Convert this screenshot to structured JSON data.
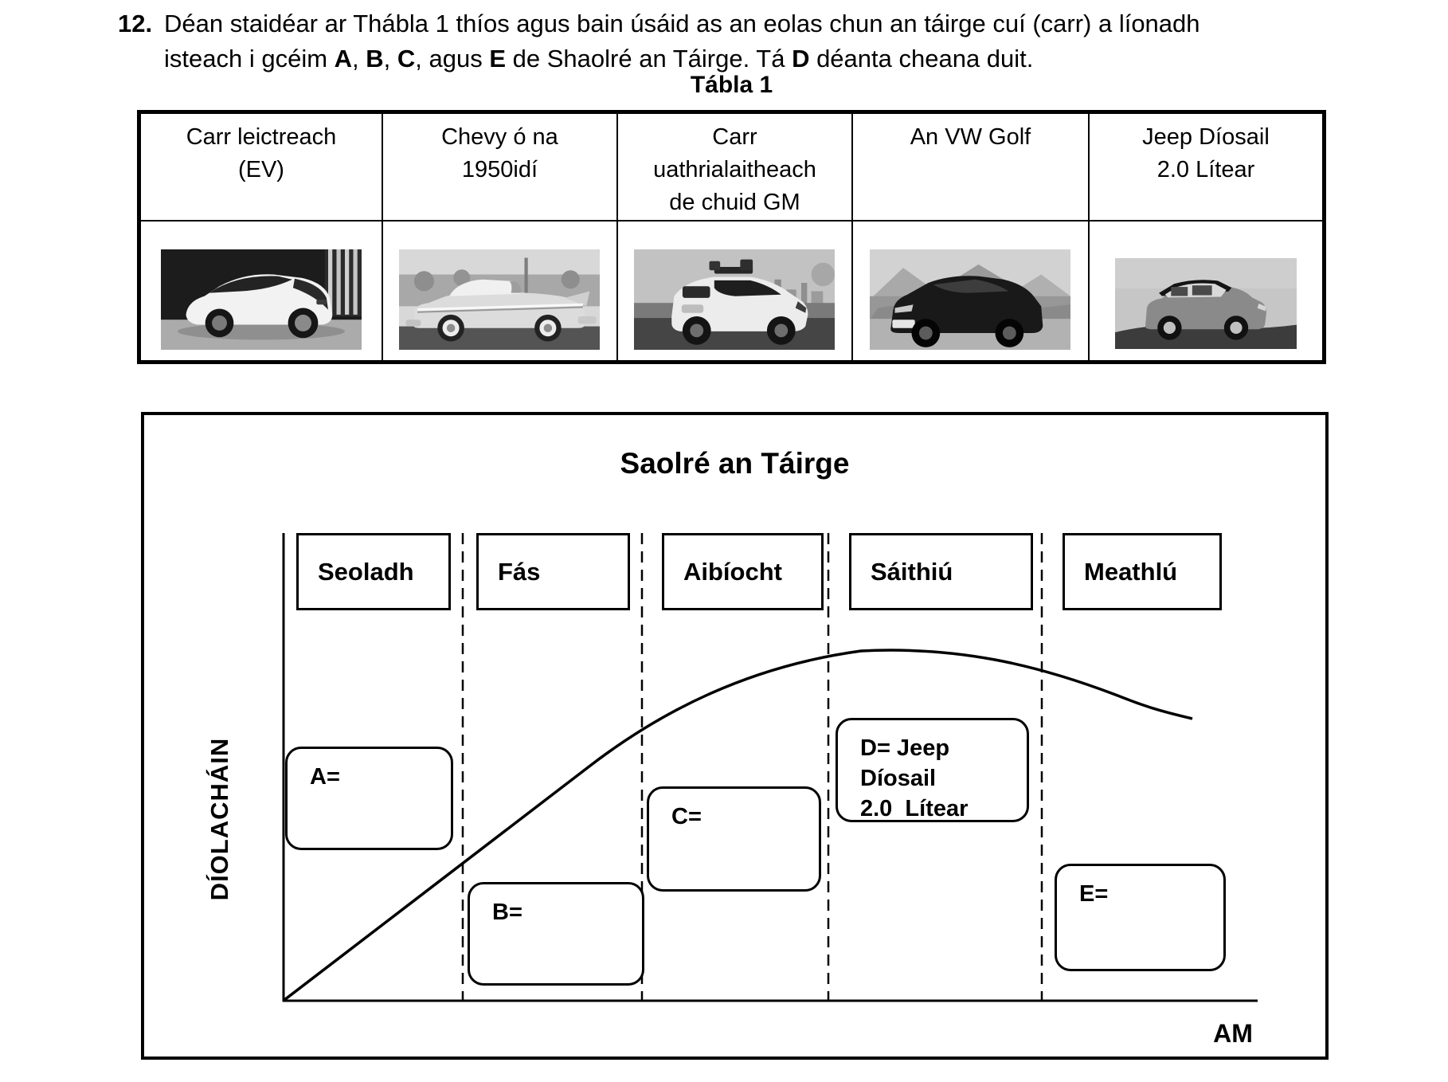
{
  "question": {
    "number": "12.",
    "line1": "Déan staidéar ar Thábla 1 thíos agus bain úsáid as an eolas chun an táirge cuí (carr) a líonadh",
    "line2": {
      "t1": "isteach i gcéim ",
      "b1": "A",
      "c1": ", ",
      "b2": "B",
      "c2": ", ",
      "b3": "C",
      "c3": ", agus ",
      "b4": "E",
      "t2": " de Shaolré an Táirge. Tá ",
      "b5": "D",
      "t3": " déanta cheana duit."
    }
  },
  "table": {
    "title": "Tábla 1",
    "columns": [
      {
        "header_lines": [
          "Carr leictreach",
          "(EV)"
        ],
        "image": "electric-car-photo"
      },
      {
        "header_lines": [
          "Chevy ó na",
          "1950idí"
        ],
        "image": "chevy-1950s-photo"
      },
      {
        "header_lines": [
          "Carr",
          "uathrialaitheach",
          "de chuid GM"
        ],
        "image": "gm-autonomous-car-photo"
      },
      {
        "header_lines": [
          "An VW Golf"
        ],
        "image": "vw-golf-photo"
      },
      {
        "header_lines": [
          "Jeep Díosail",
          "2.0 Lítear"
        ],
        "image": "jeep-diesel-photo"
      }
    ]
  },
  "diagram": {
    "title": "Saolré an Táirge",
    "y_axis_label": "DÍOLACHÁIN",
    "x_axis_label": "AM",
    "phases": [
      "Seoladh",
      "Fás",
      "Aibíocht",
      "Sáithiú",
      "Meathlú"
    ],
    "answer_boxes": {
      "a": "A=",
      "b": "B=",
      "c": "C=",
      "d_line1": "D= Jeep Díosail",
      "d_line2": "2.0  Lítear",
      "e": "E="
    }
  }
}
